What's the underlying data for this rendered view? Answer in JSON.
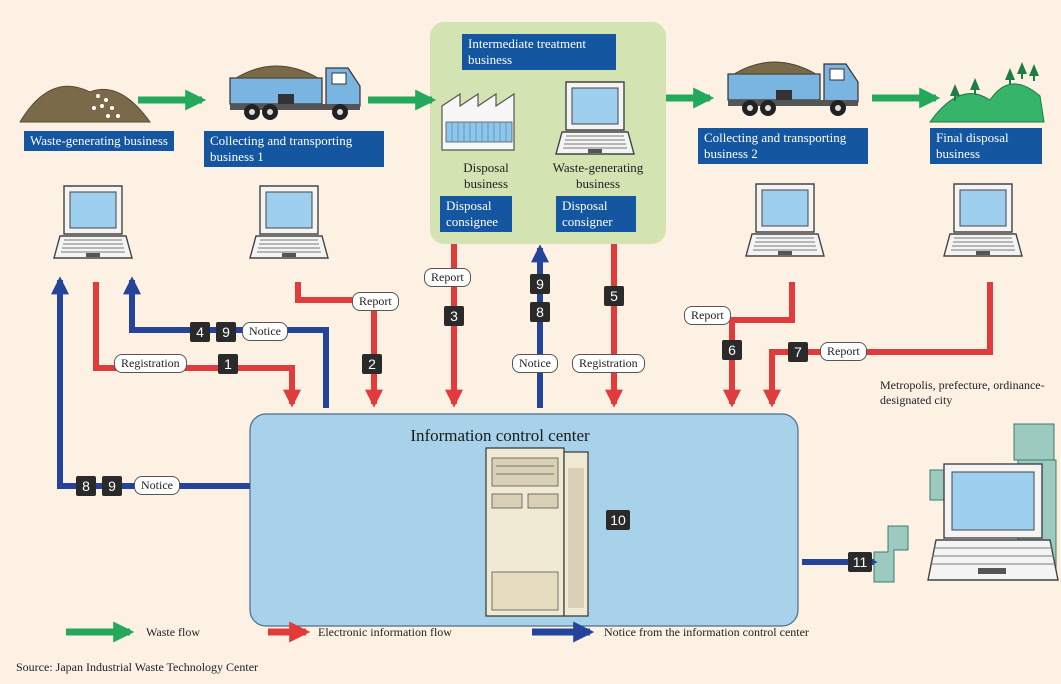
{
  "colors": {
    "waste_flow": "#23a85c",
    "info_flow": "#e23b3b",
    "notice_flow": "#23449a",
    "box_blue": "#1456a0",
    "center_fill": "#a7d2ea",
    "treatment_fill": "#d4e3b2"
  },
  "nodes": {
    "waste_generating": "Waste-generating business",
    "transport_1": "Collecting and transporting business 1",
    "intermediate": "Intermediate treatment business",
    "disposal_business": "Disposal business",
    "waste_generating_inner": "Waste-generating business",
    "disposal_consignee": "Disposal consignee",
    "disposal_consigner": "Disposal consigner",
    "transport_2": "Collecting and transporting business 2",
    "final_disposal": "Final disposal business",
    "info_center": "Information control center",
    "authority": "Metropolis, prefecture, ordinance-designated city"
  },
  "labels": {
    "report": "Report",
    "notice": "Notice",
    "registration": "Registration"
  },
  "steps": [
    "1",
    "2",
    "3",
    "4",
    "5",
    "6",
    "7",
    "8",
    "9",
    "10",
    "11"
  ],
  "legend": {
    "waste_flow": "Waste flow",
    "info_flow": "Electronic information flow",
    "notice_flow": "Notice from the information control center"
  },
  "source": "Source: Japan Industrial Waste Technology Center"
}
